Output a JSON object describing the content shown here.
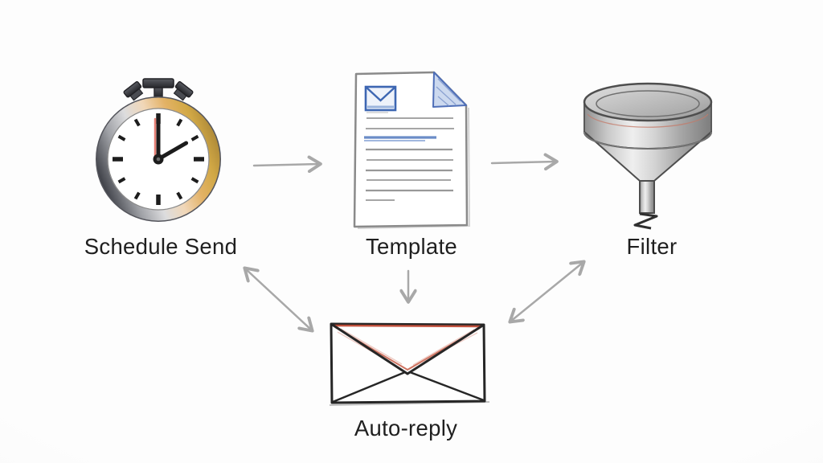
{
  "diagram": {
    "type": "flow-diagram",
    "style": "hand-drawn-sketch",
    "background": "#fafafa",
    "nodes": {
      "schedule_send": {
        "label": "Schedule Send",
        "icon": "stopwatch-icon"
      },
      "template": {
        "label": "Template",
        "icon": "email-document-icon"
      },
      "filter": {
        "label": "Filter",
        "icon": "funnel-icon"
      },
      "auto_reply": {
        "label": "Auto-reply",
        "icon": "envelope-icon"
      }
    },
    "edges": [
      {
        "from": "Schedule Send",
        "to": "Template",
        "type": "arrow-right"
      },
      {
        "from": "Template",
        "to": "Filter",
        "type": "arrow-right"
      },
      {
        "from": "Template",
        "to": "Auto-reply",
        "type": "arrow-down"
      },
      {
        "from": "Schedule Send",
        "to": "Auto-reply",
        "type": "double-headed-diagonal"
      },
      {
        "from": "Auto-reply",
        "to": "Filter",
        "type": "double-headed-diagonal"
      }
    ],
    "colors": {
      "label_text": "#1f1f1f",
      "arrow": "#a8a8a8",
      "sketch_outline": "#262626",
      "accent_red": "#c4503e",
      "accent_blue": "#4f6fb8",
      "accent_gold": "#d4a84b"
    }
  }
}
